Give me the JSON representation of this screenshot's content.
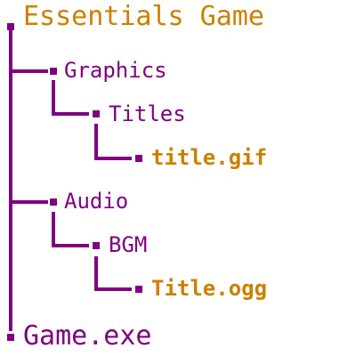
{
  "colors": {
    "branch": "#800080",
    "folder": "#800080",
    "file": "#cc8000"
  },
  "tree": {
    "root": {
      "label": "Essentials Game",
      "kind": "folder"
    },
    "graphics": {
      "label": "Graphics",
      "kind": "folder"
    },
    "titles": {
      "label": "Titles",
      "kind": "folder"
    },
    "title_gif": {
      "label": "title.gif",
      "kind": "file"
    },
    "audio": {
      "label": "Audio",
      "kind": "folder"
    },
    "bgm": {
      "label": "BGM",
      "kind": "folder"
    },
    "title_ogg": {
      "label": "Title.ogg",
      "kind": "file"
    },
    "game_exe": {
      "label": "Game.exe",
      "kind": "file"
    }
  }
}
